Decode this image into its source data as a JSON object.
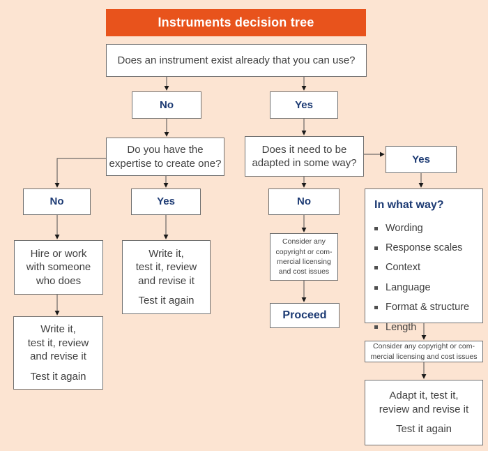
{
  "title": "Instruments decision tree",
  "colors": {
    "accent_orange": "#e8531c",
    "navy": "#1c3a73",
    "background": "#fce4d2",
    "border": "#6f6f6f",
    "text": "#3f3f3f"
  },
  "nodes": {
    "q_exist": "Does an instrument exist already that you can use?",
    "no_exist": "No",
    "yes_exist": "Yes",
    "q_expertise": "Do you have the\nexpertise to create one?",
    "q_adapted": "Does it need to be\nadapted in some way?",
    "yes_adapt": "Yes",
    "no_expertise": "No",
    "yes_expertise": "Yes",
    "no_adapt": "No",
    "hire": "Hire  or work\nwith someone\nwho does",
    "write_yes": {
      "main": "Write it,\ntest it, review\nand revise it",
      "again": "Test it again"
    },
    "write_no": {
      "main": "Write it,\ntest it, review\nand revise it",
      "again": "Test it again"
    },
    "consider_mid": "Consider any\ncopyright or com-\nmercial licensing\nand cost issues",
    "proceed": "Proceed",
    "in_what_way": {
      "header": "In what way?",
      "items": [
        "Wording",
        "Response scales",
        "Context",
        "Language",
        "Format & structure",
        "Length"
      ]
    },
    "consider_right": "Consider any copyright or com-\nmercial licensing and cost issues",
    "adapt": {
      "main": "Adapt it, test it,\nreview and revise it",
      "again": "Test it again"
    }
  }
}
